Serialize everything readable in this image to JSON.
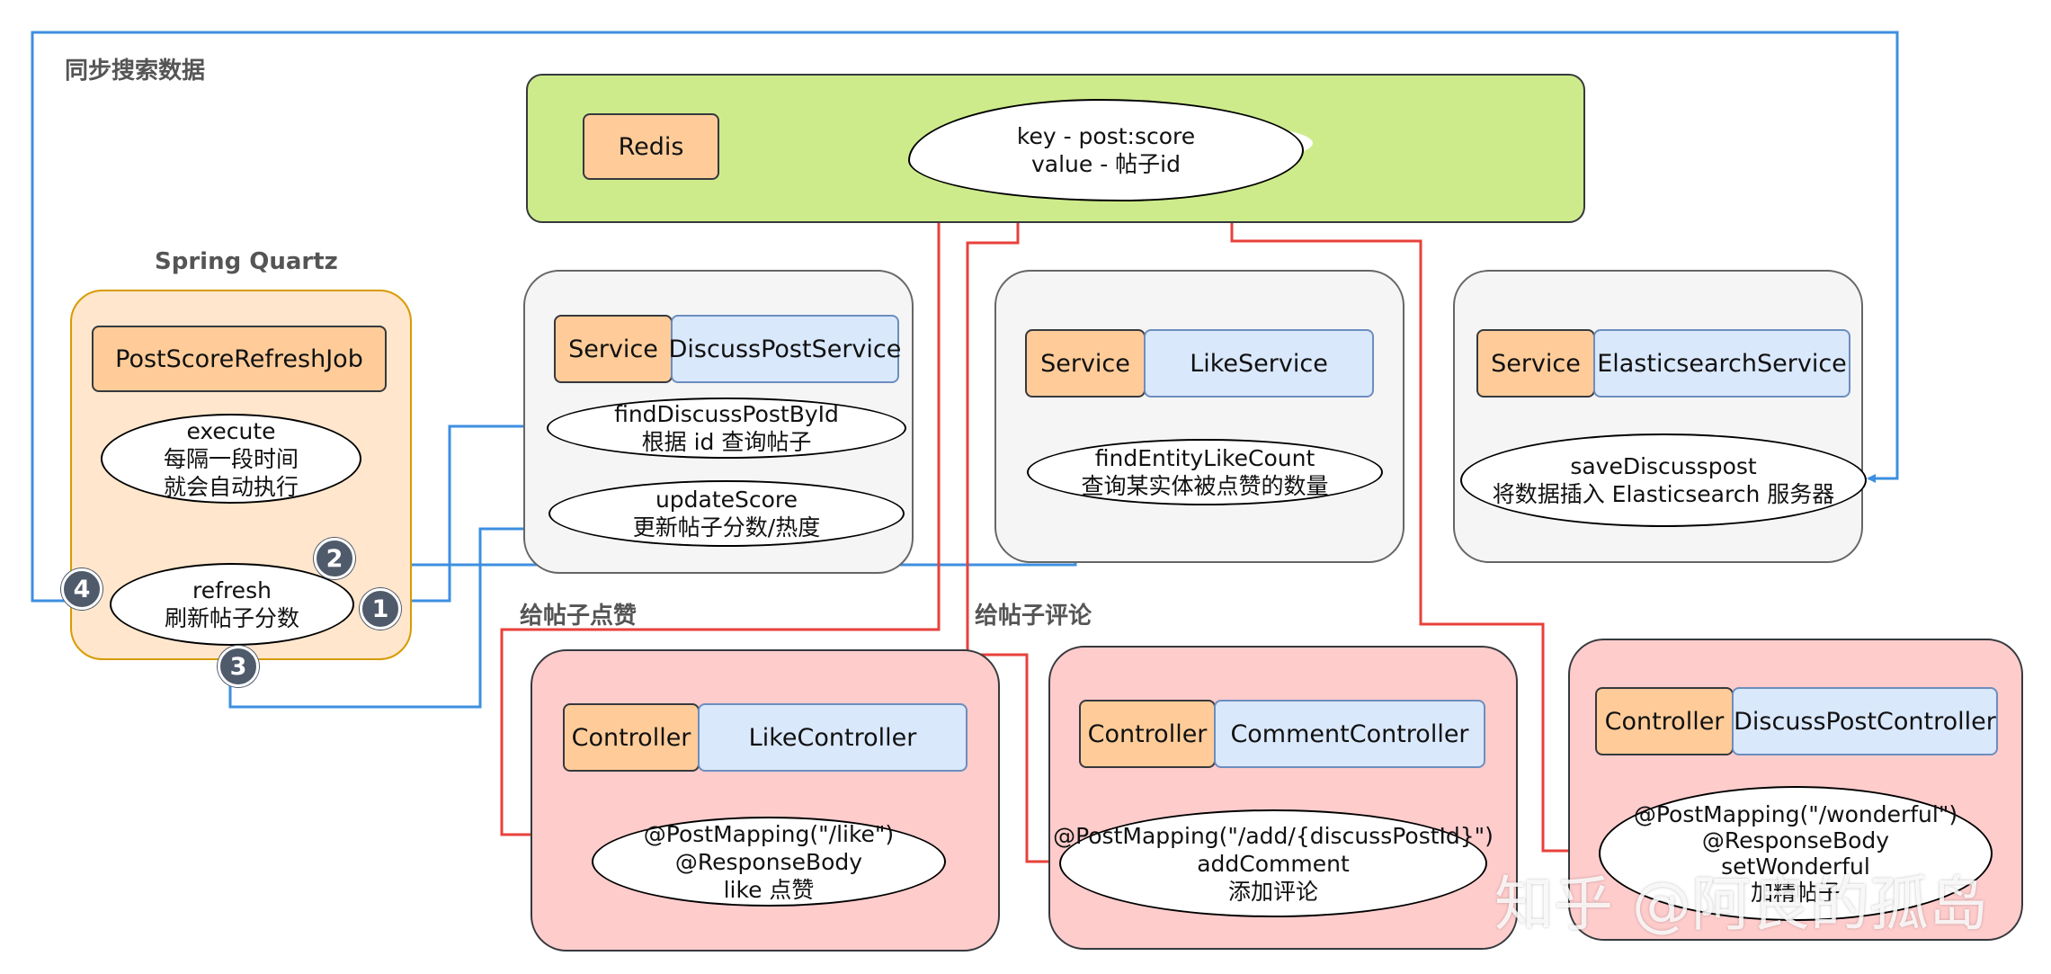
{
  "headings": {
    "sync_search": "同步搜索数据",
    "spring_quartz": "Spring Quartz",
    "like_post": "给帖子点赞",
    "comment_post": "给帖子评论"
  },
  "redis": {
    "label": "Redis",
    "cloud_line1": "key - post:score",
    "cloud_line2": "value - 帖子id"
  },
  "quartz": {
    "job": "PostScoreRefreshJob",
    "execute": [
      "execute",
      "每隔一段时间",
      "就会自动执行"
    ],
    "refresh": [
      "refresh",
      "刷新帖子分数"
    ]
  },
  "discuss_service": {
    "tag": "Service",
    "name": "DiscussPostService",
    "method1": [
      "findDiscussPostById",
      "根据 id 查询帖子"
    ],
    "method2": [
      "updateScore",
      "更新帖子分数/热度"
    ]
  },
  "like_service": {
    "tag": "Service",
    "name": "LikeService",
    "method1": [
      "findEntityLikeCount",
      "查询某实体被点赞的数量"
    ]
  },
  "es_service": {
    "tag": "Service",
    "name": "ElasticsearchService",
    "method1": [
      "saveDiscusspost",
      "将数据插入 Elasticsearch 服务器"
    ]
  },
  "like_controller": {
    "tag": "Controller",
    "name": "LikeController",
    "method": [
      "@PostMapping(\"/like\")",
      "@ResponseBody",
      "like 点赞"
    ]
  },
  "comment_controller": {
    "tag": "Controller",
    "name": "CommentController",
    "method": [
      "@PostMapping(\"/add/{discussPostId}\")",
      "addComment",
      "添加评论"
    ]
  },
  "discusspost_controller": {
    "tag": "Controller",
    "name": "DiscussPostController",
    "method": [
      "@PostMapping(\"/wonderful\")",
      "@ResponseBody",
      "setWonderful",
      "加精帖子"
    ]
  },
  "badges": [
    "1",
    "2",
    "3",
    "4"
  ],
  "watermark": "知乎 @阿良的孤岛",
  "colors": {
    "blue_arrow": "#3d8fe0",
    "red_arrow": "#e8413b",
    "redis_bg": "#cdeb8b",
    "quartz_bg": "#ffe6cc",
    "controller_bg": "#ffcccc",
    "service_bg": "#f5f5f5",
    "tag_bg": "#ffcc99",
    "name_bg": "#dae8fc"
  }
}
